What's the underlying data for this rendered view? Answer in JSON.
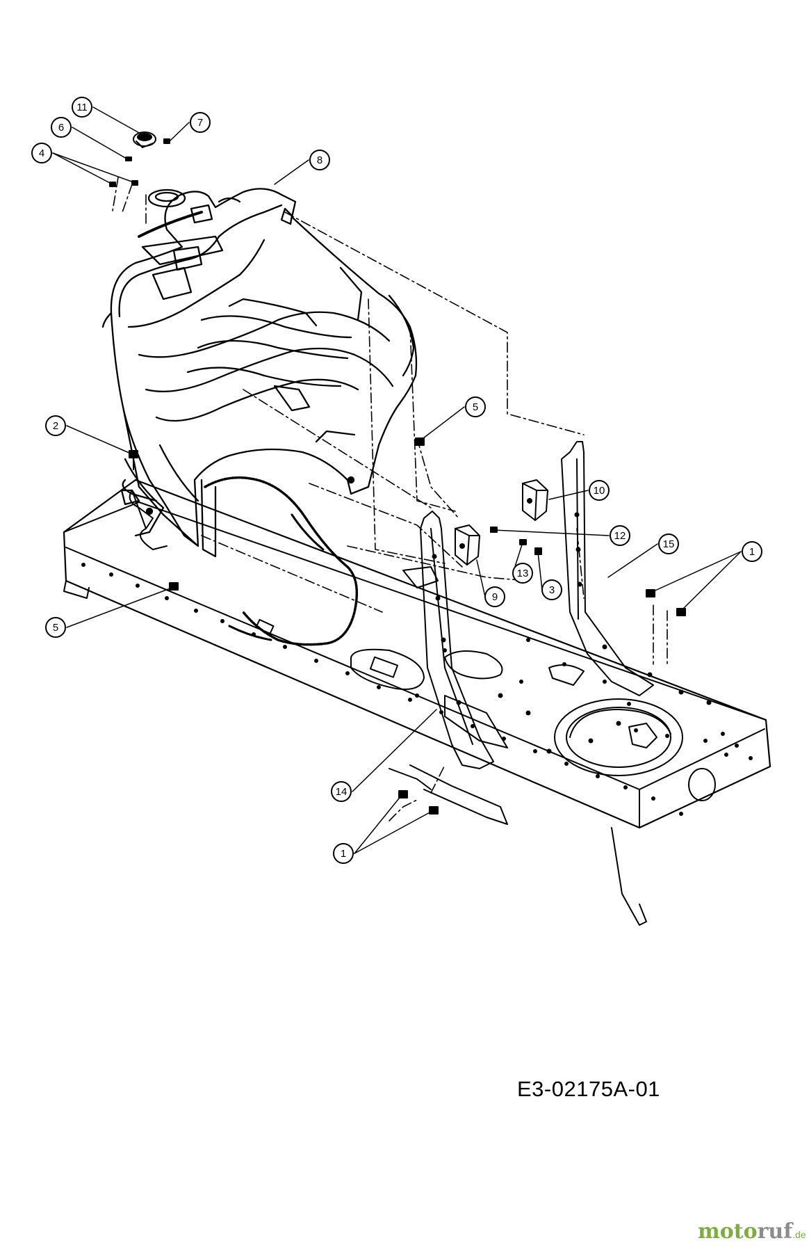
{
  "diagram": {
    "drawing_number": "E3-02175A-01",
    "watermark": {
      "part1": "moto",
      "part2": "ruf",
      "tld": ".de"
    },
    "callouts": [
      "11",
      "6",
      "7",
      "4",
      "8",
      "2",
      "5",
      "10",
      "12",
      "15",
      "1",
      "13",
      "3",
      "9",
      "5",
      "14",
      "1"
    ],
    "colors": {
      "line": "#000000",
      "background": "#ffffff",
      "watermark_green": "#7cae3c",
      "watermark_grey": "#8c8c8c"
    }
  }
}
